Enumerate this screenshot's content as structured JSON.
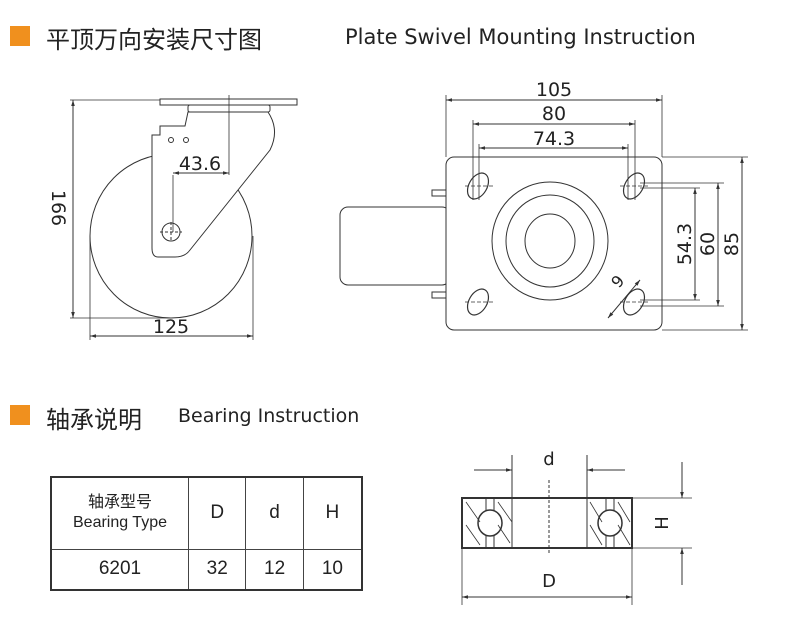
{
  "colors": {
    "accent": "#F0901E",
    "line": "#333333"
  },
  "section1": {
    "title_cn": "平顶万向安装尺寸图",
    "title_en": "Plate Swivel Mounting Instruction",
    "side_view": {
      "height": "166",
      "width": "125",
      "offset": "43.6"
    },
    "top_view": {
      "plate_width": "105",
      "hole_span_outer": "80",
      "hole_span_inner": "74.3",
      "hole_v_inner": "54.3",
      "hole_v_outer": "60",
      "plate_height": "85",
      "hole_size": "9"
    }
  },
  "section2": {
    "title_cn": "轴承说明",
    "title_en": "Bearing Instruction",
    "table": {
      "header": {
        "type_cn": "轴承型号",
        "type_en": "Bearing Type",
        "D": "D",
        "d": "d",
        "H": "H"
      },
      "rows": [
        {
          "type": "6201",
          "D": "32",
          "d": "12",
          "H": "10"
        }
      ]
    },
    "diagram": {
      "d_label": "d",
      "D_label": "D",
      "H_label": "H"
    }
  }
}
